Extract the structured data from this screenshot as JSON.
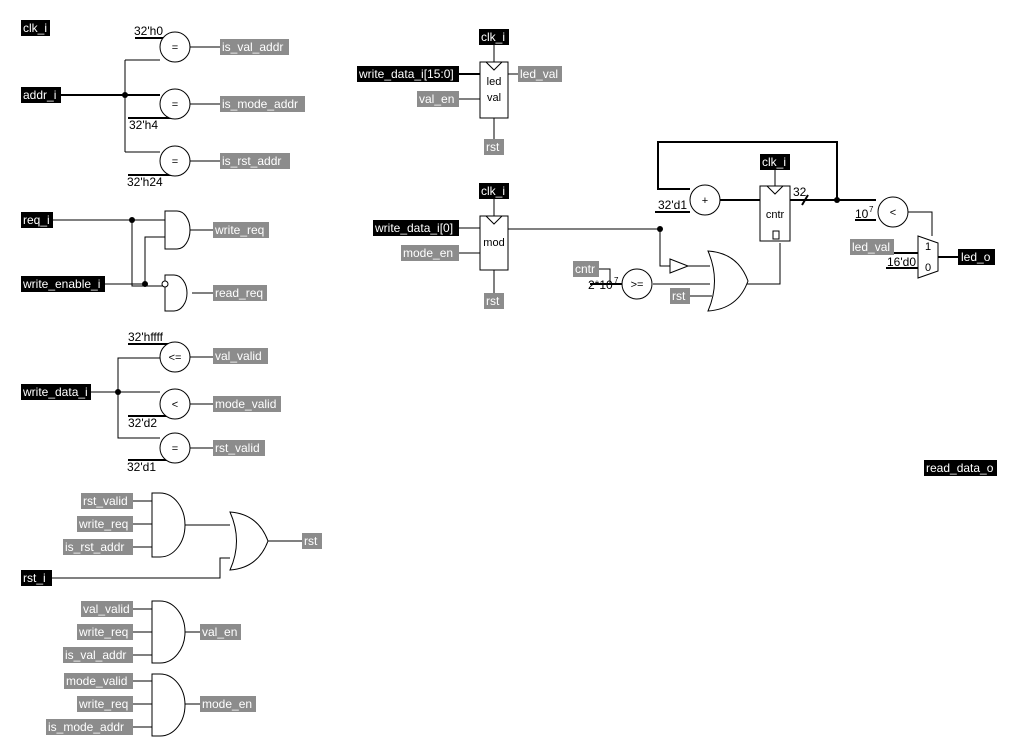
{
  "ports_in": {
    "clk": "clk_i",
    "addr": "addr_i",
    "req": "req_i",
    "write_enable": "write_enable_i",
    "write_data": "write_data_i",
    "rst_i": "rst_i",
    "write_data_15_0": "write_data_i[15:0]",
    "write_data_0": "write_data_i[0]"
  },
  "ports_out": {
    "read_data": "read_data_o",
    "led": "led_o"
  },
  "signals": {
    "is_val_addr": "is_val_addr",
    "is_mode_addr": "is_mode_addr",
    "is_rst_addr": "is_rst_addr",
    "write_req": "write_req",
    "read_req": "read_req",
    "val_valid": "val_valid",
    "mode_valid": "mode_valid",
    "rst_valid": "rst_valid",
    "rst": "rst",
    "val_en": "val_en",
    "mode_en": "mode_en",
    "led_val": "led_val",
    "cntr": "cntr"
  },
  "constants": {
    "c_h0": "32'h0",
    "c_h4": "32'h4",
    "c_h24": "32'h24",
    "c_hffff": "32'hffff",
    "c_d2": "32'd2",
    "c_d1": "32'd1",
    "c_d1b": "32'd1",
    "c_ten7": "10",
    "c_ten7_exp": "7",
    "c_two_ten7": "2*10",
    "c_two_ten7_exp": "7",
    "c_16d0": "16'd0",
    "bus_width": "32"
  },
  "operators": {
    "eq": "=",
    "le": "<=",
    "lt": "<",
    "ge": ">=",
    "plus": "+"
  },
  "registers": {
    "led_val_line1": "led",
    "led_val_line2": "val",
    "mod": "mod",
    "cntr": "cntr"
  },
  "mux": {
    "in1": "1",
    "in0": "0"
  }
}
